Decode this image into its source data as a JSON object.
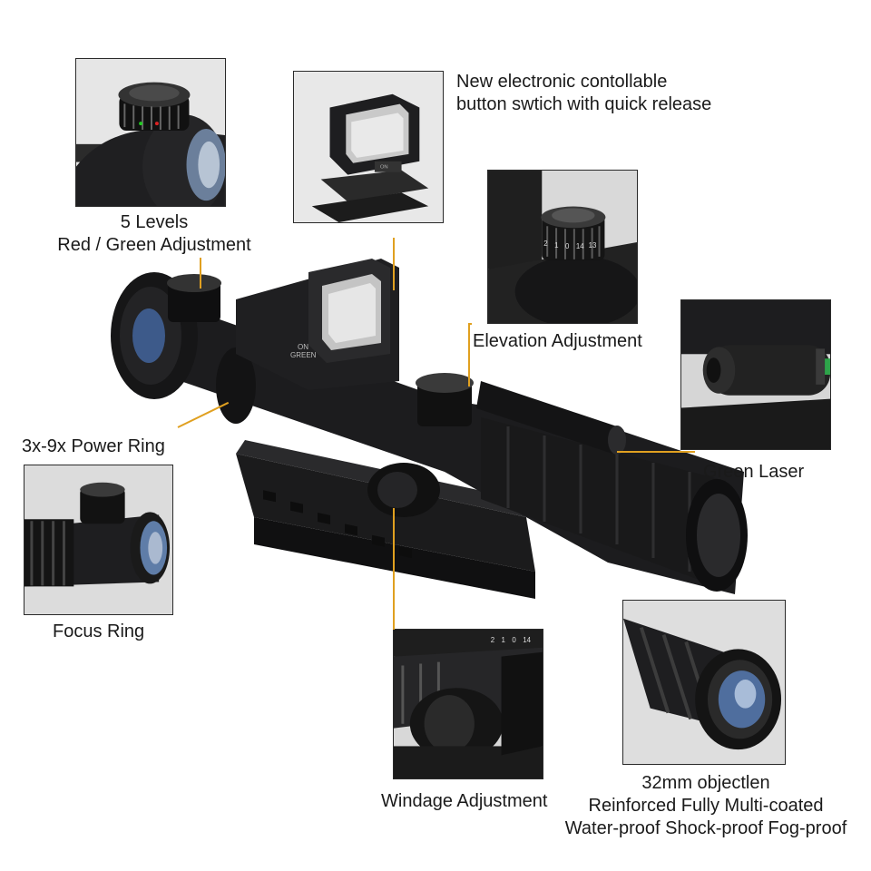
{
  "labels": {
    "levels": [
      "5 Levels",
      "Red / Green Adjustment"
    ],
    "switch": [
      "New electronic contollable",
      "button swtich with quick release"
    ],
    "elevation": "Elevation Adjustment",
    "power_ring": "3x-9x Power Ring",
    "laser": "Green Laser",
    "focus": "Focus Ring",
    "windage": "Windage Adjustment",
    "objective": [
      "32mm objectlen",
      "Reinforced Fully Multi-coated",
      "Water-proof Shock-proof Fog-proof"
    ]
  },
  "markings": {
    "sight_switch": [
      "ON",
      "GREEN"
    ],
    "elevation_scale": [
      "2",
      "1",
      "0",
      "14",
      "13"
    ],
    "windage_scale": [
      "2",
      "1",
      "0",
      "14"
    ]
  },
  "colors": {
    "callout_line": "#e0a020",
    "scope_body": "#1c1c1e",
    "lens": "#3d5a8a"
  }
}
